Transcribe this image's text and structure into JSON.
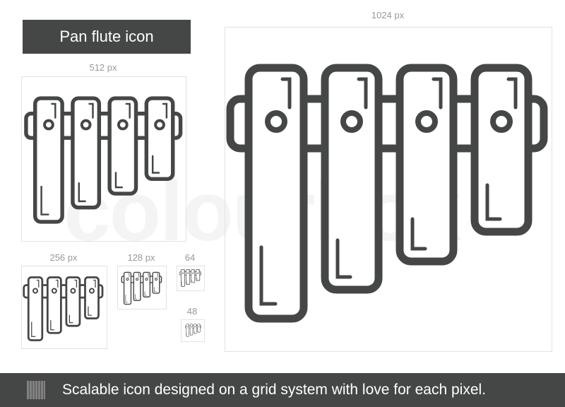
{
  "title": "Pan flute icon",
  "sizes": {
    "s1024": "1024 px",
    "s512": "512 px",
    "s256": "256 px",
    "s128": "128 px",
    "s64": "64",
    "s48": "48"
  },
  "watermark": "colourbox",
  "footer": {
    "text": "Scalable icon designed on a grid system with love for each pixel.",
    "icon": "grid-icon"
  },
  "colors": {
    "stroke": "#444746",
    "banner": "#444746"
  }
}
